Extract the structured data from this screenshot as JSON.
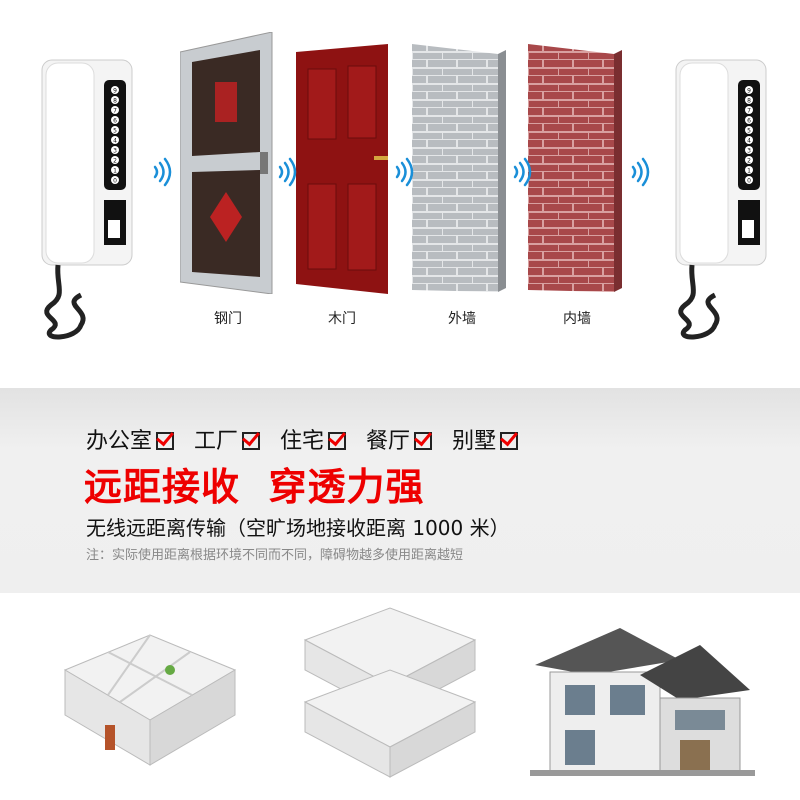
{
  "materials": [
    {
      "label": "钢门"
    },
    {
      "label": "木门"
    },
    {
      "label": "外墙"
    },
    {
      "label": "内墙"
    }
  ],
  "phone_keys": [
    "9",
    "8",
    "7",
    "6",
    "5",
    "4",
    "3",
    "2",
    "1",
    "0"
  ],
  "scenarios": [
    {
      "label": "办公室",
      "checked": true
    },
    {
      "label": "工厂",
      "checked": true
    },
    {
      "label": "住宅",
      "checked": true
    },
    {
      "label": "餐厅",
      "checked": true
    },
    {
      "label": "别墅",
      "checked": true
    }
  ],
  "headline": "远距接收  穿透力强",
  "subtitle": "无线远距离传输（空旷场地接收距离 1000 米）",
  "note": "注：实际使用距离根据环境不同而不同，障碍物越多使用距离越短",
  "colors": {
    "accent": "#e00000",
    "band": "#eeeeee",
    "wave": "#1a8fd8",
    "wood_door": "#8e1212",
    "brick": "#a8484a",
    "stone": "#b8bcc0"
  },
  "icons": [
    "wifi-signal-icon",
    "check-icon"
  ]
}
